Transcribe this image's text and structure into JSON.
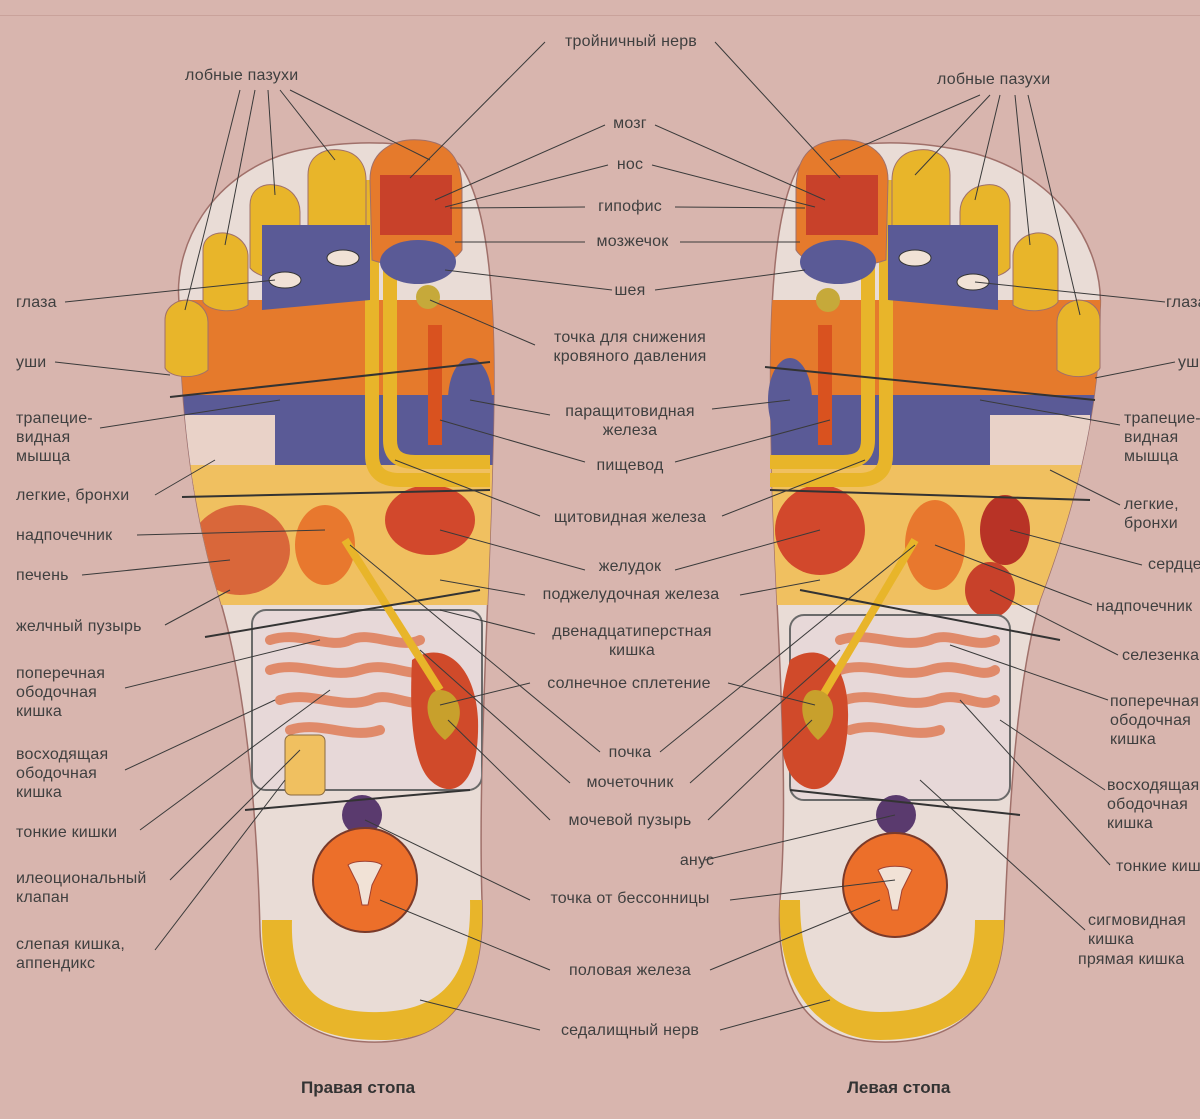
{
  "captions": {
    "right_foot": "Правая стопа",
    "left_foot": "Левая стопа"
  },
  "center_labels": {
    "trigeminal": "тройничный нерв",
    "brain": "мозг",
    "nose": "нос",
    "pituitary": "гипофис",
    "cerebellum": "мозжечок",
    "neck": "шея",
    "bp_point": "точка для снижения\nкровяного давления",
    "parathyroid": "паращитовидная\nжелеза",
    "esophagus": "пищевод",
    "thyroid": "щитовидная железа",
    "stomach": "желудок",
    "pancreas": "поджелудочная железа",
    "duodenum": "двенадцатиперстная\nкишка",
    "solar": "солнечное сплетение",
    "kidney": "почка",
    "ureter": "мочеточник",
    "bladder": "мочевой пузырь",
    "anus": "анус",
    "insomnia": "точка от бессонницы",
    "gonad": "половая железа",
    "sciatic": "седалищный нерв"
  },
  "left_labels": {
    "sinuses": "лобные пазухи",
    "eyes": "глаза",
    "ears": "уши",
    "trapezius": "трапецие-\nвидная\nмышца",
    "lungs": "легкие, бронхи",
    "adrenal": "надпочечник",
    "liver": "печень",
    "gallbladder": "желчный пузырь",
    "transverse": "поперечная\nободочная\nкишка",
    "ascending": "восходящая\nободочная\nкишка",
    "small": "тонкие кишки",
    "ileocecal": "илеоциональный\nклапан",
    "cecum": "слепая кишка,\nаппендикс"
  },
  "right_labels": {
    "sinuses": "лобные пазухи",
    "eyes": "глаза",
    "ears": "уши",
    "trapezius": "трапецие-\nвидная\nмышца",
    "lungs": "легкие,\nбронхи",
    "heart": "сердце",
    "adrenal": "надпочечник",
    "spleen": "селезенка",
    "transverse": "поперечная\nободочная\nкишка",
    "descending": "восходящая\nободочная\nкишка",
    "small": "тонкие кишки",
    "sigmoid": "сигмовидная\nкишка",
    "rectum": "прямая кишка"
  },
  "colors": {
    "background": "#d8b5ae",
    "yellow": "#e8b52a",
    "orange": "#e57a2c",
    "red": "#c8412a",
    "purple": "#5a5a96",
    "pale": "#e9dcd6",
    "line": "#3a3a3a"
  }
}
